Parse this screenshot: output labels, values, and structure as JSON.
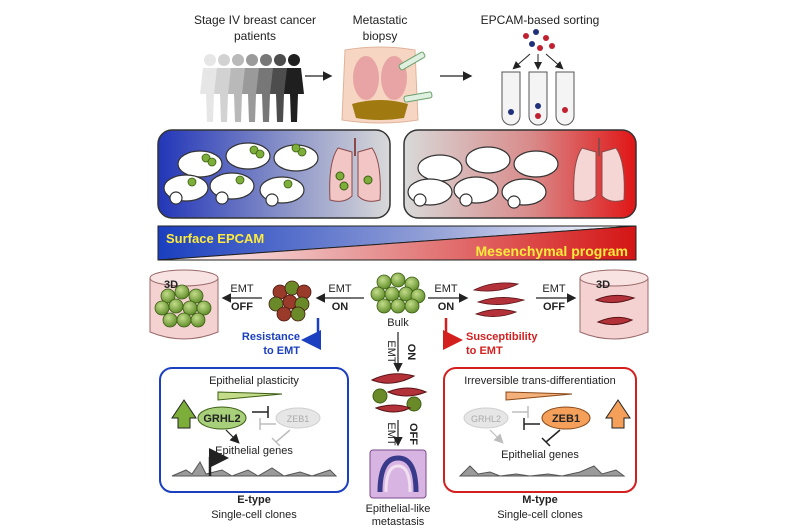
{
  "top": {
    "patients_line1": "Stage IV breast cancer",
    "patients_line2": "patients",
    "biopsy_line1": "Metastatic",
    "biopsy_line2": "biopsy",
    "sorting": "EPCAM-based sorting"
  },
  "gradient": {
    "left_label": "Surface EPCAM",
    "right_label": "Mesenchymal program"
  },
  "emt": {
    "label_3d_left": "3D",
    "label_3d_right": "3D",
    "emt": "EMT",
    "on": "ON",
    "off": "OFF",
    "bulk": "Bulk",
    "resistance_line1": "Resistance",
    "resistance_line2": "to EMT",
    "susceptibility_line1": "Susceptibility",
    "susceptibility_line2": "to EMT"
  },
  "etype": {
    "title": "Epithelial plasticity",
    "gene1": "GRHL2",
    "gene2": "ZEB1",
    "genes": "Epithelial genes",
    "type": "E-type",
    "clones": "Single-cell clones"
  },
  "mtype": {
    "title": "Irreversible trans-differentiation",
    "gene1": "GRHL2",
    "gene2": "ZEB1",
    "genes": "Epithelial genes",
    "type": "M-type",
    "clones": "Single-cell clones"
  },
  "center_bottom": {
    "line1": "Epithelial-like",
    "line2": "metastasis"
  },
  "colors": {
    "blue": "#1a3fbf",
    "red": "#d41f1f",
    "green": "#7dae3a",
    "orange": "#f4a05a",
    "cell_red": "#b3323a"
  }
}
